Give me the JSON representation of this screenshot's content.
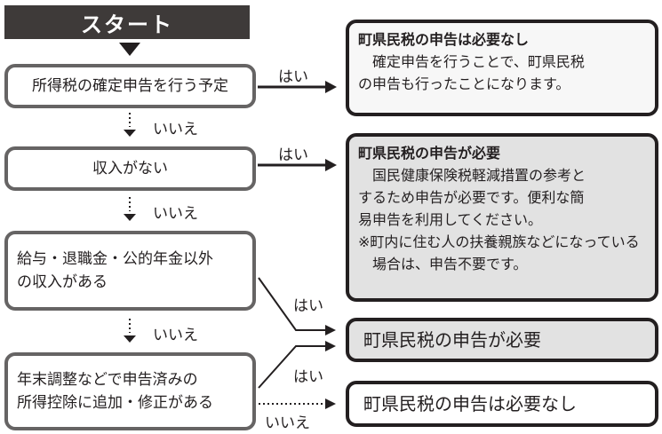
{
  "start": {
    "label": "スタート"
  },
  "questions": [
    {
      "text": "所得税の確定申告を行う予定"
    },
    {
      "text": "収入がない"
    },
    {
      "text": "給与・退職金・公的年金以外の収入がある",
      "lines": [
        "給与・退職金・公的年金以外",
        "の収入がある"
      ]
    },
    {
      "text": "年末調整などで申告済みの所得控除に追加・修正がある",
      "lines": [
        "年末調整などで申告済みの",
        "所得控除に追加・修正がある"
      ]
    }
  ],
  "labels": {
    "yes": "はい",
    "no": "いいえ"
  },
  "results": [
    {
      "title": "町県民税の申告は必要なし",
      "body": [
        "確定申告を行うことで、町県民税",
        "の申告も行ったことになります。"
      ]
    },
    {
      "title": "町県民税の申告が必要",
      "body": [
        "国民健康保険税軽減措置の参考と",
        "するため申告が必要です。便利な簡",
        "易申告を利用してください。"
      ],
      "note": "※町内に住む人の扶養親族などになっている場合は、申告不要です。"
    },
    {
      "title": "町県民税の申告が必要"
    },
    {
      "title": "町県民税の申告は必要なし"
    }
  ],
  "colors": {
    "dark": "#231f20",
    "start_bg": "#3e3a39",
    "question_border": "#666464",
    "gray_fill": "#e2e2e2"
  }
}
